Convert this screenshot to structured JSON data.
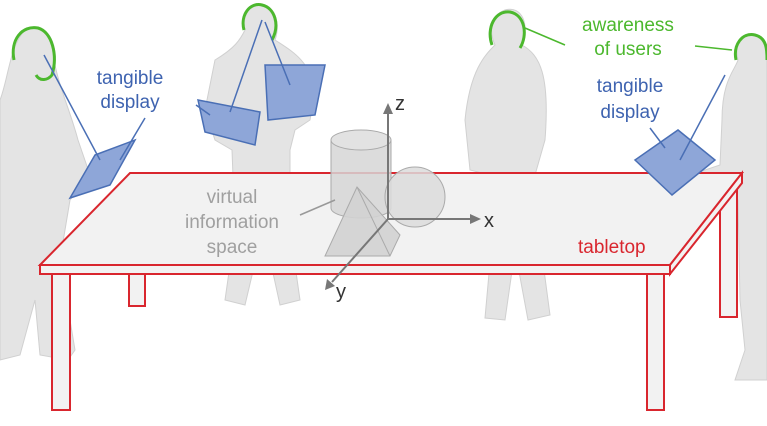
{
  "labels": {
    "tangible_display_left": [
      "tangible",
      "display"
    ],
    "tangible_display_right": [
      "tangible",
      "display"
    ],
    "awareness": [
      "awareness",
      "of users"
    ],
    "virtual_space": [
      "virtual",
      "information",
      "space"
    ],
    "tabletop": "tabletop",
    "axis_x": "x",
    "axis_y": "y",
    "axis_z": "z"
  },
  "colors": {
    "display": "#4a6fb5",
    "display_fill": "#8ea6d8",
    "awareness": "#4cb82e",
    "tabletop": "#d9262e",
    "virtual": "#9a9a9a",
    "person": "#e3e3e3"
  }
}
